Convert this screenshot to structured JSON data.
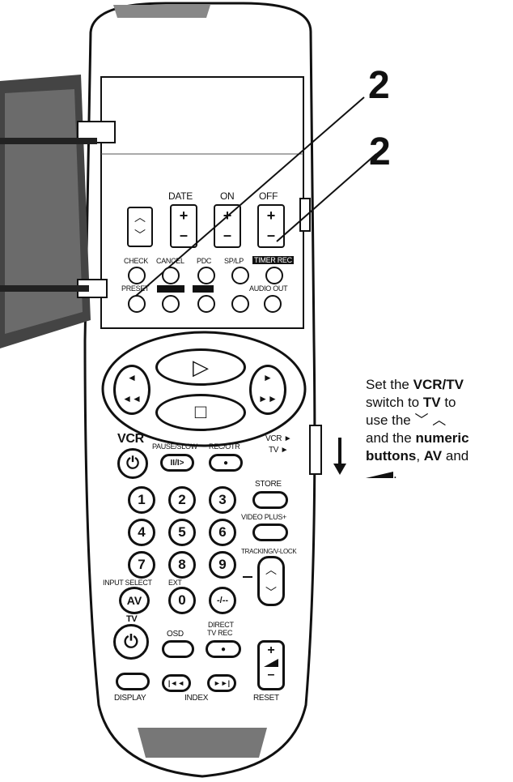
{
  "callouts": {
    "step_top": "2",
    "step_bottom": "2"
  },
  "timer_panel": {
    "date": "DATE",
    "on": "ON",
    "off": "OFF",
    "plus": "+",
    "minus": "–",
    "check": "CHECK",
    "cancel": "CANCEL",
    "pdc": "PDC",
    "sp_lp": "SP/LP",
    "timer_rec": "TIMER REC",
    "preset": "PRESET",
    "audio_out": "AUDIO OUT"
  },
  "main": {
    "vcr": "VCR",
    "pause_slow": "PAUSE/SLOW",
    "rec_otr": "REC/OTR",
    "pause_glyph": "II/I>",
    "store": "STORE",
    "video_plus": "VIDEO PLUS+",
    "tracking": "TRACKING/V-LOCK",
    "input_select": "INPUT SELECT",
    "ext": "EXT",
    "av": "AV",
    "zero": "0",
    "dash": "-/--",
    "tv": "TV",
    "osd": "OSD",
    "direct_tv_rec_1": "DIRECT",
    "direct_tv_rec_2": "TV REC",
    "display": "DISPLAY",
    "index": "INDEX",
    "reset": "RESET",
    "switch_vcr": "VCR ►",
    "switch_tv": "TV ►",
    "numbers": [
      "1",
      "2",
      "3",
      "4",
      "5",
      "6",
      "7",
      "8",
      "9"
    ]
  },
  "instruction": {
    "l1a": "Set the ",
    "l1b": "VCR/TV",
    "l2a": "switch to ",
    "l2b": "TV",
    "l2c": " to",
    "l3": "use the",
    "l4a": "and the ",
    "l4b": "numeric",
    "l5a": "buttons",
    "l5b": ", ",
    "l5c": "AV",
    "l5d": " and",
    "l6": "."
  }
}
